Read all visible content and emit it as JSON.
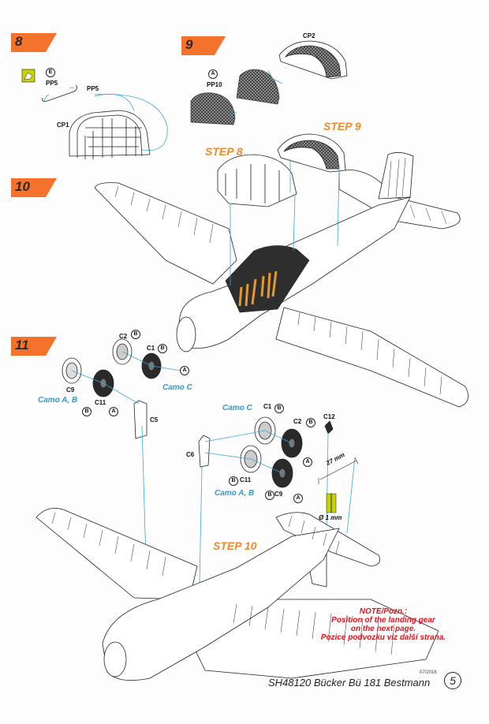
{
  "steps": {
    "s8": "8",
    "s9": "9",
    "s10": "10",
    "s11": "11"
  },
  "parts": {
    "pp5a": "PP5",
    "pp5b": "PP5",
    "cp1": "CP1",
    "cp2": "CP2",
    "pp10": "PP10",
    "c2a": "C2",
    "c1a": "C1",
    "c9a": "C9",
    "c11a": "C11",
    "c5": "C5",
    "c1b": "C1",
    "c2b": "C2",
    "c12": "C12",
    "c6": "C6",
    "c11b": "C11",
    "c9b": "C9"
  },
  "badges": {
    "E": "E",
    "A": "A",
    "B": "B"
  },
  "step_titles": {
    "step8": "STEP 8",
    "step9": "STEP 9",
    "step10": "STEP 10"
  },
  "camo": {
    "c1": "Camo C",
    "ab1": "Camo A, B",
    "c2": "Camo C",
    "ab2": "Camo A, B"
  },
  "dims": {
    "len": "27 mm",
    "dia": "Ø 1 mm"
  },
  "note": {
    "l1": "NOTE/Pozn.:",
    "l2": "Position of the landing gear",
    "l3": "on the next page.",
    "l4": "Pozice podvozku viz další strana."
  },
  "footer": {
    "kit": "SH48120 Bücker Bü 181 Bestmann",
    "date": "07/2016",
    "page": "5"
  },
  "colors": {
    "flag": "#f4722b",
    "step_title": "#f08a2c",
    "camo": "#2d9ad6",
    "note": "#e3151c",
    "guide": "#3aa7d9",
    "glue": "#c8d400",
    "seat": "#e29a2c"
  }
}
